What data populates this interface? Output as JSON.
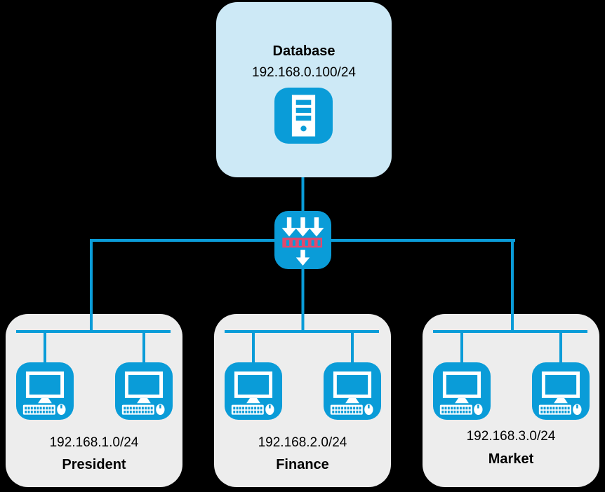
{
  "diagram": {
    "database": {
      "label": "Database",
      "ip": "192.168.0.100/24",
      "icon": "server-icon"
    },
    "switch": {
      "icon": "switch-icon"
    },
    "departments": [
      {
        "label": "President",
        "ip": "192.168.1.0/24",
        "workstation_icon": "desktop-computer-icon",
        "workstation_count": 2
      },
      {
        "label": "Finance",
        "ip": "192.168.2.0/24",
        "workstation_icon": "desktop-computer-icon",
        "workstation_count": 2
      },
      {
        "label": "Market",
        "ip": "192.168.3.0/24",
        "workstation_icon": "desktop-computer-icon",
        "workstation_count": 2
      }
    ],
    "colors": {
      "accent_blue": "#0a9cd8",
      "database_card_bg": "#cde9f6",
      "department_card_bg": "#ededed",
      "switch_bar_red": "#e2486e",
      "background": "#000000",
      "text": "#000000"
    }
  }
}
